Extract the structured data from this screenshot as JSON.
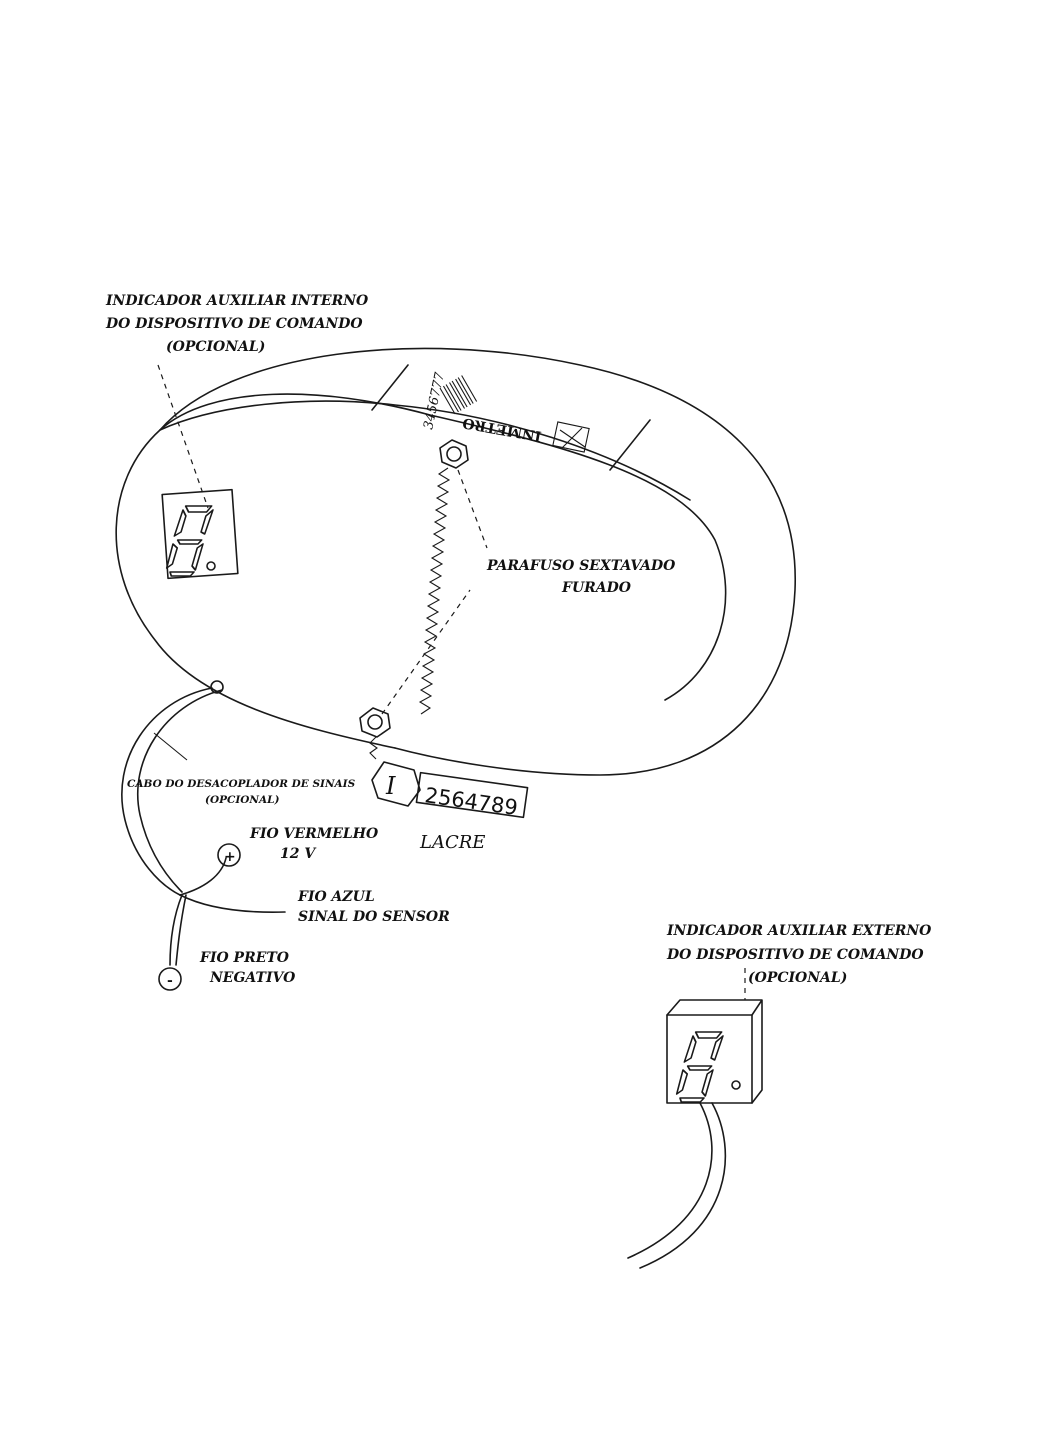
{
  "labels": {
    "internal_indicator": [
      "INDICADOR AUXILIAR INTERNO",
      "DO DISPOSITIVO DE COMANDO",
      "(OPCIONAL)"
    ],
    "bolt": [
      "PARAFUSO SEXTAVADO",
      "FURADO"
    ],
    "cable": [
      "CABO DO DESACOPLADOR DE SINAIS",
      "(OPCIONAL)"
    ],
    "red_wire": [
      "FIO VERMELHO",
      "12 V"
    ],
    "blue_wire": [
      "FIO AZUL",
      "SINAL DO SENSOR"
    ],
    "black_wire": [
      "FIO PRETO",
      "NEGATIVO"
    ],
    "seal": "LACRE",
    "external_indicator": [
      "INDICADOR AUXILIAR EXTERNO",
      "DO DISPOSITIVO DE COMANDO",
      "(OPCIONAL)"
    ]
  },
  "label_band": {
    "serial": "3456777",
    "brand": "INMETRO"
  },
  "seal_tag": {
    "letter": "I",
    "number": "2564789"
  },
  "terminals": {
    "positive": "+",
    "negative": "-"
  }
}
